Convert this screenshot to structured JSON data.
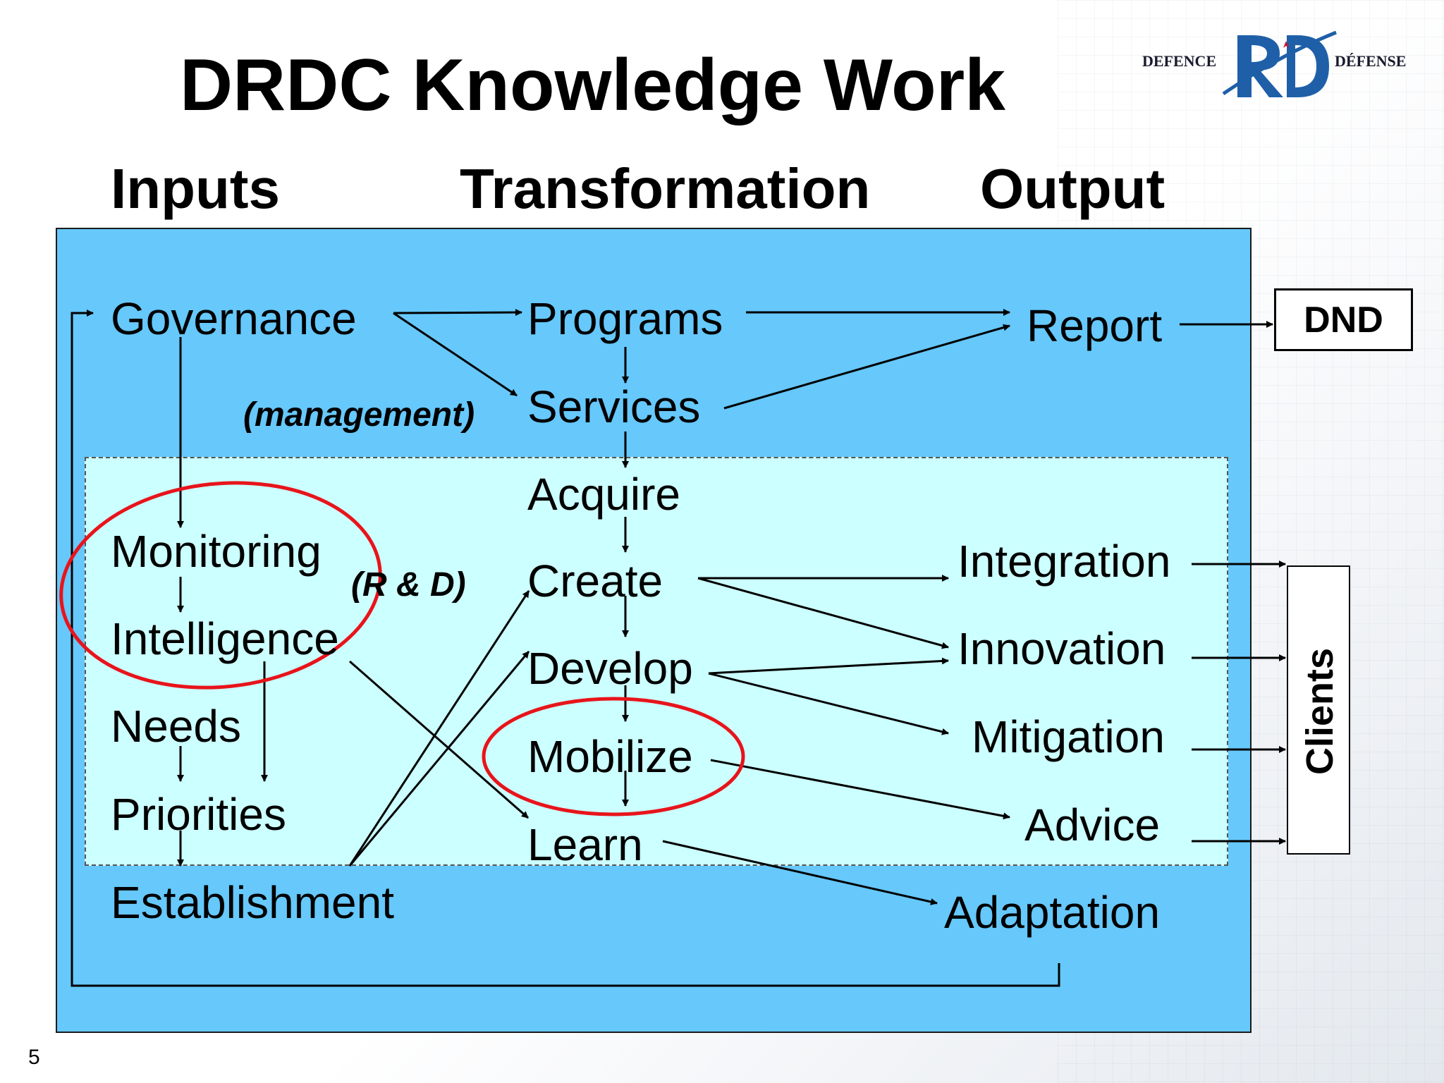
{
  "slide": {
    "title": "DRDC Knowledge Work",
    "page_number": "5"
  },
  "logo": {
    "left_text": "DEFENCE",
    "right_text": "DÉFENSE"
  },
  "columns": {
    "inputs": "Inputs",
    "transformation": "Transformation",
    "output": "Output"
  },
  "inputs": {
    "governance": "Governance",
    "monitoring": "Monitoring",
    "intelligence": "Intelligence",
    "needs": "Needs",
    "priorities": "Priorities",
    "establishment": "Establishment"
  },
  "annotations": {
    "management": "(management)",
    "rnd": "(R & D)"
  },
  "transformation": {
    "programs": "Programs",
    "services": "Services",
    "acquire": "Acquire",
    "create": "Create",
    "develop": "Develop",
    "mobilize": "Mobilize",
    "learn": "Learn"
  },
  "outputs": {
    "report": "Report",
    "integration": "Integration",
    "innovation": "Innovation",
    "mitigation": "Mitigation",
    "advice": "Advice",
    "adaptation": "Adaptation"
  },
  "recipients": {
    "dnd": "DND",
    "clients": "Clients"
  },
  "colors": {
    "outer_panel": "#66c8fb",
    "inner_panel": "#ccffff",
    "highlight_ellipse": "#e8141b",
    "logo_blue": "#1f5fa8"
  }
}
